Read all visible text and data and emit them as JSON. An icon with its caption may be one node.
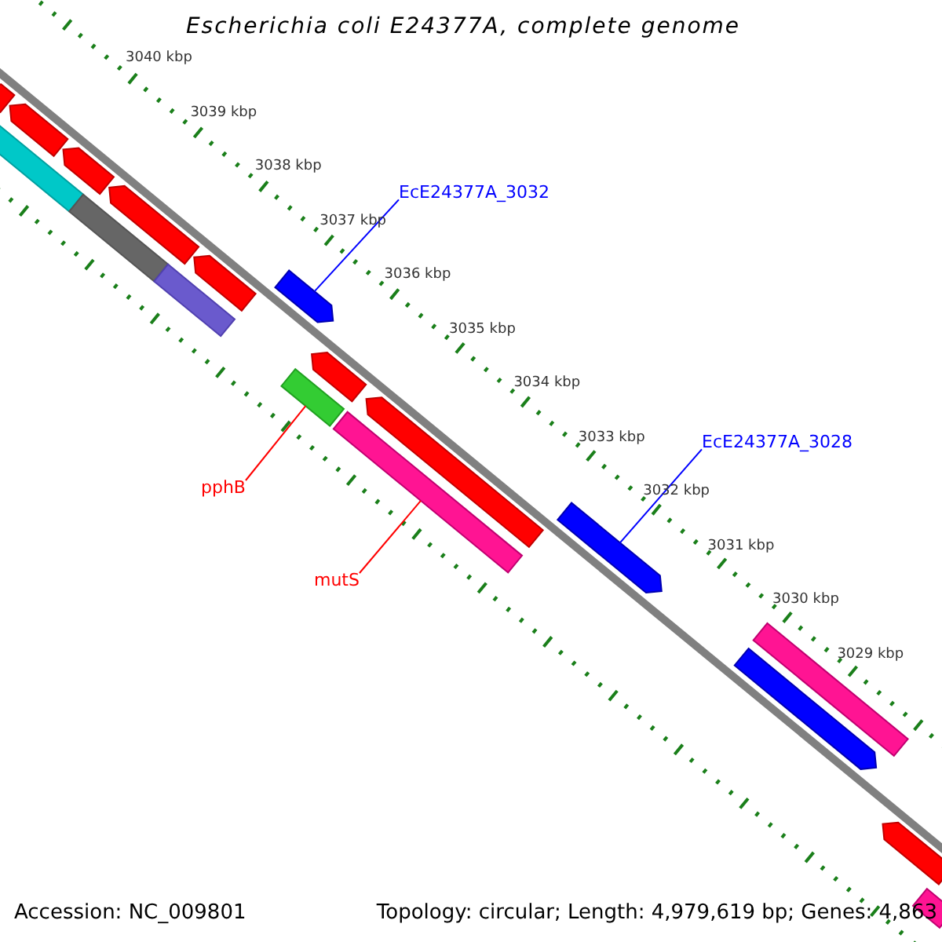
{
  "diagram": {
    "title": "Escherichia coli E24377A, complete genome",
    "nodes": [
      {
        "text": [],
        "shape": "arrow"
      },
      {
        "text": [],
        "shape": "bar"
      },
      {
        "text": [],
        "shape": "arrow"
      },
      {
        "text": [],
        "shape": "arrow"
      },
      {
        "text": [],
        "shape": "bar"
      },
      {
        "text": [],
        "shape": "arrow"
      },
      {
        "text": [],
        "shape": "bar"
      },
      {
        "text": [],
        "shape": "arrow"
      },
      {
        "text": [
          "EcE24377A_3032"
        ]
      },
      {
        "text": [],
        "shape": "arrow"
      },
      {
        "text": [],
        "shape": "bar"
      },
      {
        "text": [],
        "shape": "arrow"
      },
      {
        "text": [
          "pphB"
        ]
      },
      {
        "text": [],
        "shape": "bar"
      },
      {
        "text": [],
        "shape": "arrow"
      },
      {
        "text": [
          "mutS"
        ]
      },
      {
        "text": [
          "EcE24377A_3028"
        ]
      },
      {
        "text": [],
        "shape": "arrow"
      },
      {
        "text": [],
        "shape": "arrow"
      },
      {
        "text": [],
        "shape": "bar"
      },
      {
        "text": [],
        "shape": "arrow"
      },
      {
        "text": [],
        "shape": "bar"
      }
    ],
    "edges": [
      {
        "from": 8,
        "to": 9,
        "arrow": "none",
        "color": "#0000ff"
      },
      {
        "from": 16,
        "to": 17,
        "arrow": "none",
        "color": "#0000ff"
      },
      {
        "from": 12,
        "to": 10,
        "arrow": "none",
        "color": "#ff0000"
      },
      {
        "from": 15,
        "to": 13,
        "arrow": "none",
        "color": "#ff0000"
      }
    ],
    "labels": [
      "3040 kbp",
      "3039 kbp",
      "3038 kbp",
      "3037 kbp",
      "3036 kbp",
      "3035 kbp",
      "3034 kbp",
      "3033 kbp",
      "3032 kbp",
      "3031 kbp",
      "3030 kbp",
      "3029 kbp",
      "Accession: NC_009801",
      "Topology: circular; Length: 4,979,619 bp; Genes: 4,863"
    ]
  }
}
